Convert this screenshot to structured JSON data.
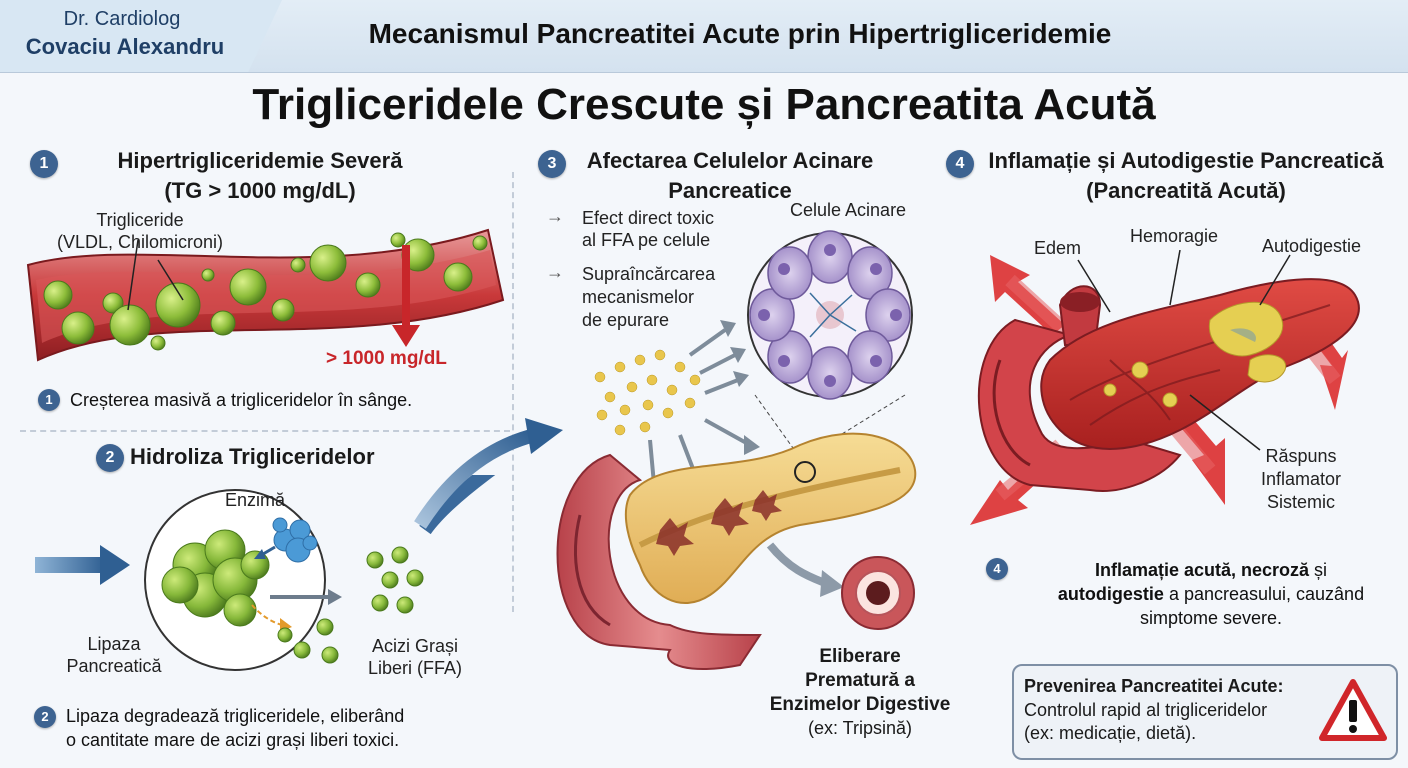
{
  "header": {
    "author_line1": "Dr. Cardiolog",
    "author_line2": "Covaciu Alexandru",
    "title": "Mecanismul Pancreatitei Acute prin Hipertrigliceridemie"
  },
  "main_title": "Trigliceridele Crescute și Pancreatita Acută",
  "section1": {
    "number": "1",
    "title_line1": "Hipertrigliceridemie Severă",
    "title_line2": "(TG > 1000 mg/dL)",
    "label_tg1": "Trigliceride",
    "label_tg2": "(VLDL, Chilomicroni)",
    "threshold": "> 1000 mg/dL",
    "note": "Creșterea masivă a trigliceridelor în sânge."
  },
  "section2": {
    "number": "2",
    "title": "Hidroliza Trigliceridelor",
    "label_enzyme": "Enzimă",
    "label_lipase1": "Lipaza",
    "label_lipase2": "Pancreatică",
    "label_ffa1": "Acizi Grași",
    "label_ffa2": "Liberi (FFA)",
    "note_line1": "Lipaza degradează trigliceridele, eliberând",
    "note_line2": "o cantitate mare de acizi grași liberi toxici."
  },
  "section3": {
    "number": "3",
    "title_line1": "Afectarea Celulelor Acinare",
    "title_line2": "Pancreatice",
    "bullet1_line1": "Efect direct toxic",
    "bullet1_line2": "al FFA pe celule",
    "bullet2_line1": "Supraîncărcarea",
    "bullet2_line2": "mecanismelor",
    "bullet2_line3": "de epurare",
    "label_cells": "Celule Acinare",
    "release_line1": "Eliberare",
    "release_line2": "Prematură a",
    "release_line3": "Enzimelor Digestive",
    "release_line4": "(ex: Tripsină)"
  },
  "section4": {
    "number": "4",
    "title_line1": "Inflamație și Autodigestie Pancreatică",
    "title_line2": "(Pancreatită Acută)",
    "label_edema": "Edem",
    "label_hemorrhage": "Hemoragie",
    "label_autodigestion": "Autodigestie",
    "label_response1": "Răspuns",
    "label_response2": "Inflamator",
    "label_response3": "Sistemic",
    "note_bold1": "Inflamație acută, necroză",
    "note_normal1": " și",
    "note_bold2": "autodigestie",
    "note_normal2": " a pancreasului, cauzând",
    "note_line3": "simptome severe."
  },
  "prevention": {
    "title": "Prevenirea Pancreatitei Acute:",
    "line1": "Controlul rapid al trigliceridelor",
    "line2": "(ex: medicație, dietă)."
  },
  "icon": "warning-triangle-icon"
}
